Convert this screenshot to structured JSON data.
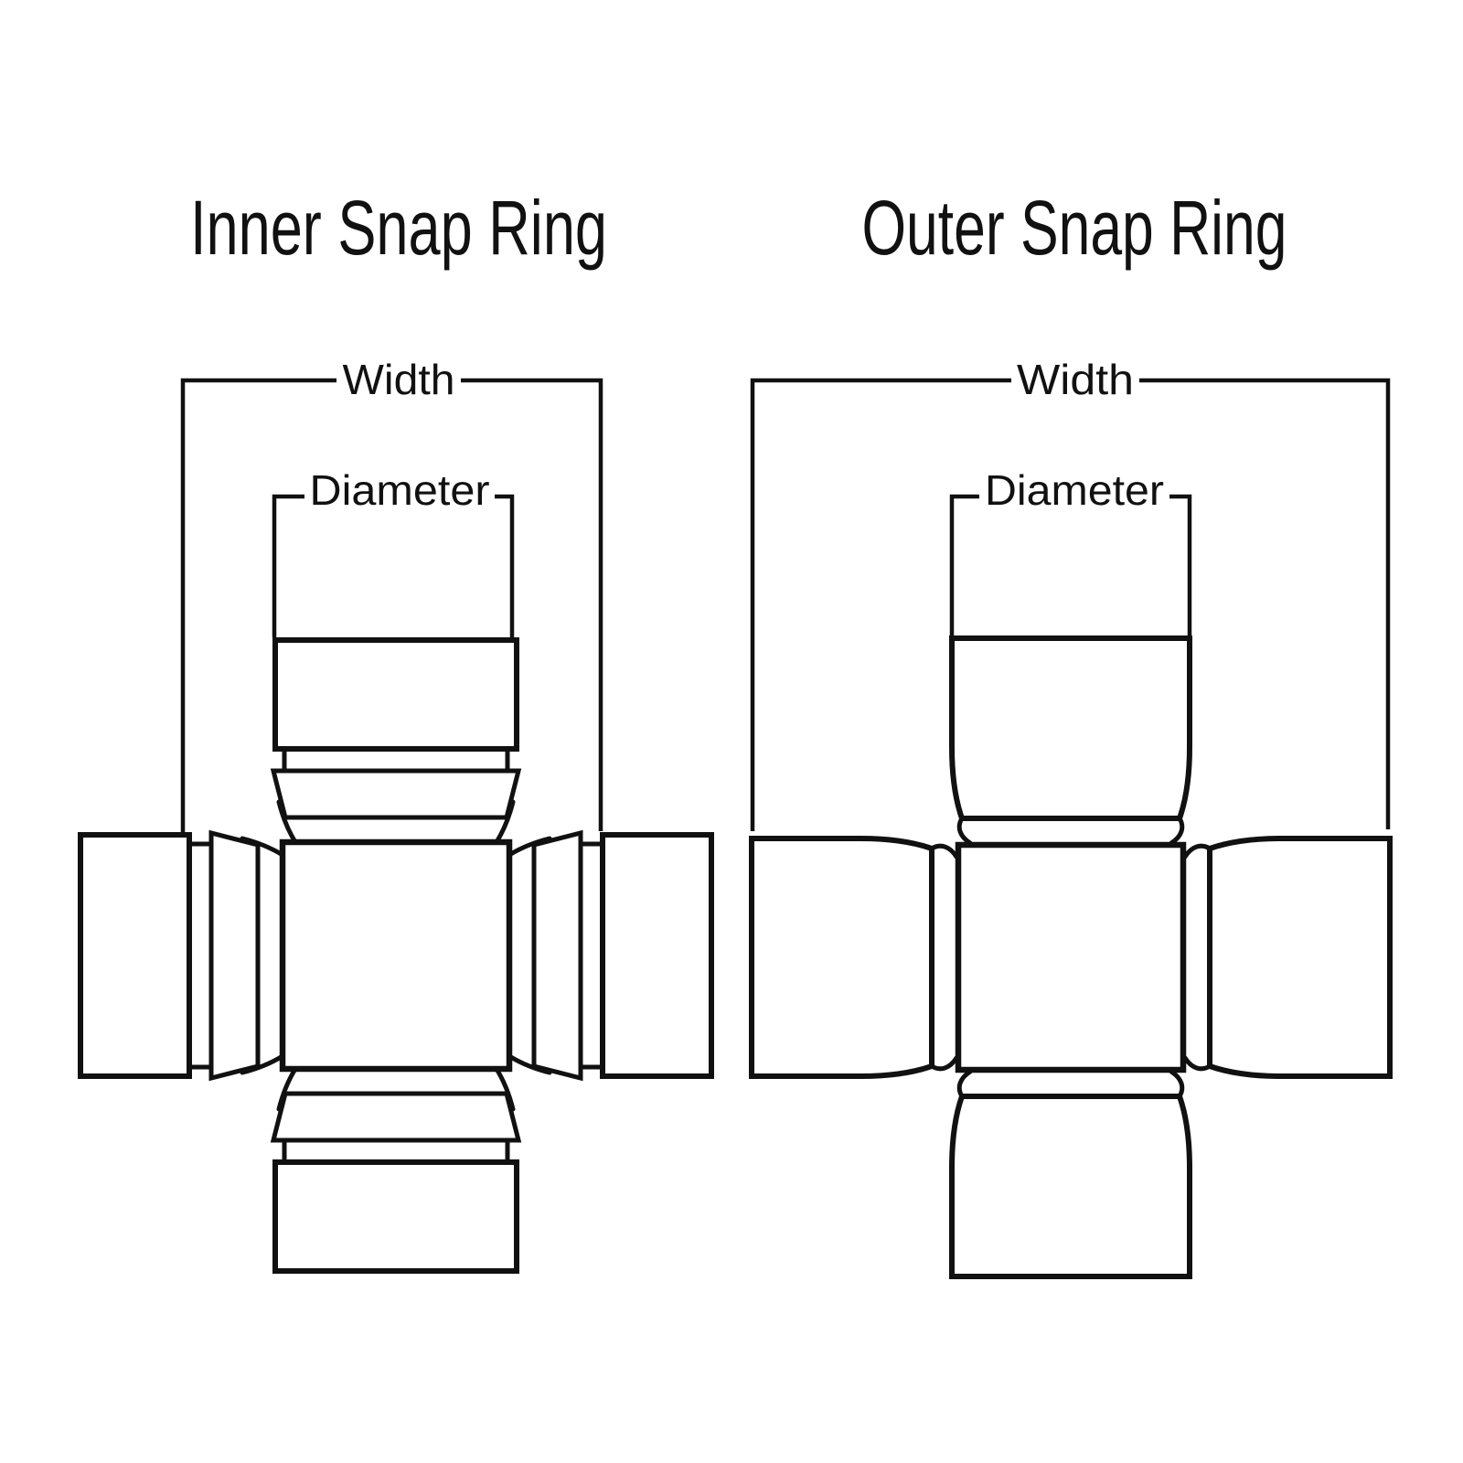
{
  "colors": {
    "line": "#111111",
    "bg": "#ffffff"
  },
  "diagrams": [
    {
      "id": "inner-snap-ring",
      "title": "Inner Snap Ring",
      "width_label": "Width",
      "diameter_label": "Diameter"
    },
    {
      "id": "outer-snap-ring",
      "title": "Outer Snap Ring",
      "width_label": "Width",
      "diameter_label": "Diameter"
    }
  ]
}
